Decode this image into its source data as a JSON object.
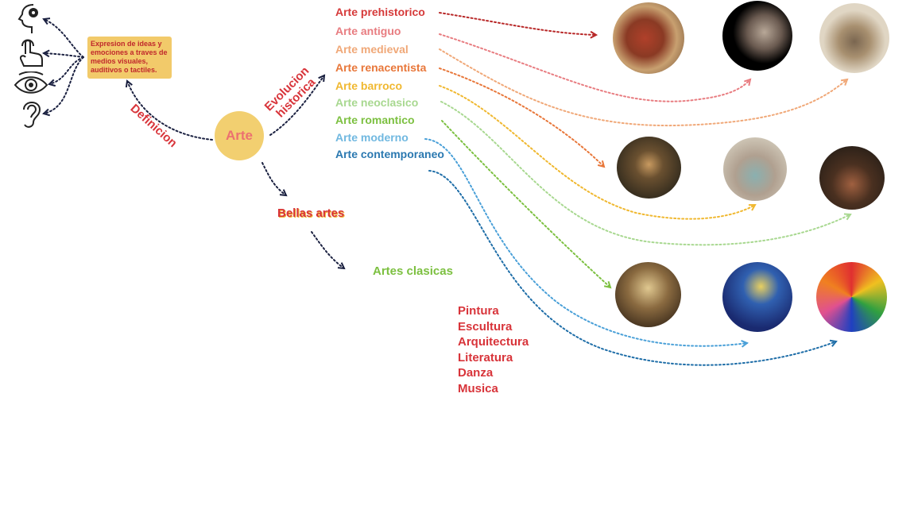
{
  "central": {
    "label": "Arte",
    "color": "#f2cf70"
  },
  "definition": {
    "branch_label": "Definicion",
    "text": "Expresion de ideas y emociones a traves de medios visuales, auditivos o tactiles.",
    "icons": [
      "head-gear-icon",
      "touch-hand-icon",
      "eye-icon",
      "ear-icon"
    ]
  },
  "evolution": {
    "branch_label": "Evolucion historica",
    "eras": [
      {
        "label": "Arte prehistorico",
        "color": "#d63a3a"
      },
      {
        "label": "Arte antiguo",
        "color": "#e87c80"
      },
      {
        "label": "Arte medieval",
        "color": "#f0a878"
      },
      {
        "label": "Arte renacentista",
        "color": "#e8773a"
      },
      {
        "label": "Arte barroco",
        "color": "#f0b830"
      },
      {
        "label": "Arte neoclasico",
        "color": "#a8d890"
      },
      {
        "label": "Arte romantico",
        "color": "#7cc040"
      },
      {
        "label": "Arte moderno",
        "color": "#70b8e0"
      },
      {
        "label": "Arte contemporaneo",
        "color": "#2a78b0"
      }
    ]
  },
  "fine_arts": {
    "label": "Bellas artes",
    "sub_label": "Artes clasicas",
    "items": [
      "Pintura",
      "Escultura",
      "Arquitectura",
      "Literatura",
      "Danza",
      "Musica"
    ]
  }
}
